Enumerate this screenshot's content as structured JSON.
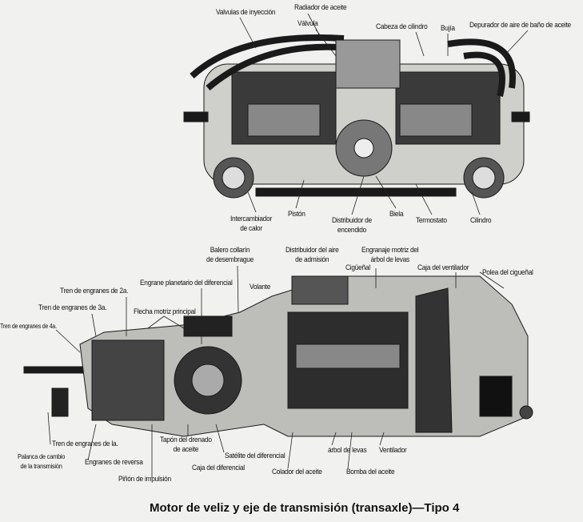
{
  "top_engine": {
    "labels": {
      "valvulas_inyeccion": "Valvulas de inyección",
      "radiador": "Radiador de aceite",
      "valvula": "Válvula",
      "cabeza": "Cabeza de cilindro",
      "bujia": "Bujía",
      "depurador": "Depurador de aire de baño de aceite",
      "intercambiador_1": "Intercambiador",
      "intercambiador_2": "de calor",
      "piston": "Pistón",
      "distribuidor_1": "Distribuidor de",
      "distribuidor_2": "encendido",
      "biela": "Biela",
      "termostato": "Termostato",
      "cilindro": "Cilindro"
    }
  },
  "bottom_engine": {
    "labels": {
      "balero_1": "Balero collarín",
      "balero_2": "de desembrague",
      "distaire_1": "Distribuidor del aire",
      "distaire_2": "de admisión",
      "engranaje_1": "Engranaje motriz del",
      "engranaje_2": "árbol de levas",
      "ciguenal": "Cigüeñal",
      "caja_vent": "Caja del ventilador",
      "polea": "Polea del cigueñal",
      "planetario": "Engrane planetario del diferencial",
      "volante": "Volante",
      "tren2": "Tren de engranes de 2a.",
      "tren3": "Tren de engranes de 3a.",
      "flecha": "Flecha motriz principal",
      "tren4": "Tren de engranes de 4a.",
      "tren1": "Tren de engranes de la.",
      "palanca_1": "Palanca de cambio",
      "palanca_2": "de la transmisión",
      "reversa": "Engranes de reversa",
      "pinon": "Piñón de impulsión",
      "tapon_1": "Tapón del drenado",
      "tapon_2": "de aceite",
      "satelite": "Satélite del diferencial",
      "caja_dif": "Caja del diferencial",
      "arbol": "árbol de levas",
      "colador": "Colador del aceite",
      "ventilador": "Ventilador",
      "bomba": "Bomba del aceite"
    }
  },
  "caption": "Motor de veliz y eje de transmisión (transaxle)—Tipo 4"
}
